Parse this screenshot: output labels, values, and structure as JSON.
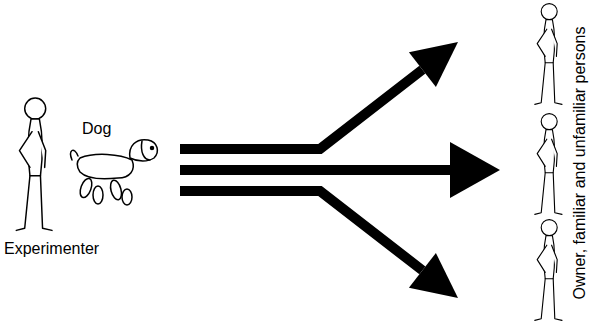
{
  "diagram": {
    "labels": [
      "Dog",
      "Experimenter",
      "Owner, familiar and unfamiliar persons"
    ]
  }
}
